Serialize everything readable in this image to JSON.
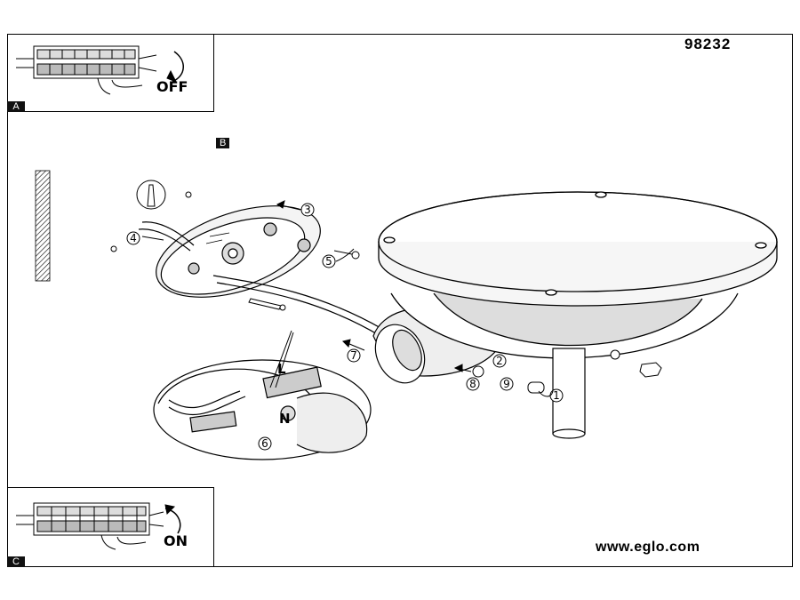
{
  "model_number": "98232",
  "website": "www.eglo.com",
  "panels": {
    "a": {
      "tag": "A",
      "state": "OFF"
    },
    "b": {
      "tag": "B"
    },
    "c": {
      "tag": "C",
      "state": "ON"
    }
  },
  "steps": [
    "1",
    "2",
    "3",
    "4",
    "5",
    "6",
    "7",
    "8",
    "9"
  ],
  "wire_labels": {
    "live": "L",
    "neutral": "N"
  }
}
